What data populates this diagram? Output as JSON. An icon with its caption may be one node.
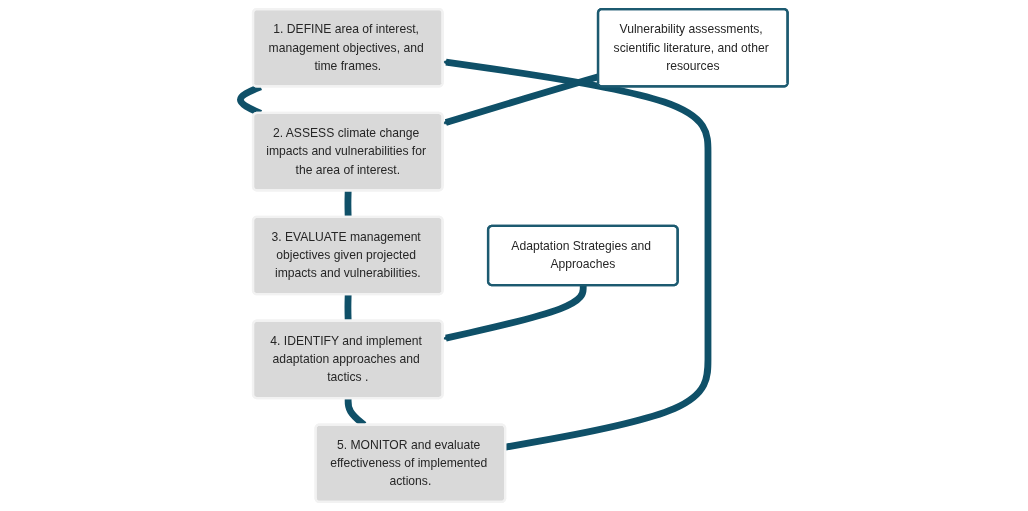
{
  "diagram": {
    "nodes": [
      {
        "text": [
          "1. DEFINE area of interest, management objectives, and time frames."
        ]
      },
      {
        "text": [
          "Vulnerability assessments, scientific literature, and other resources"
        ]
      },
      {
        "text": [
          "5. MONITOR and evaluate effectiveness of implemented actions."
        ]
      },
      {
        "text": [
          "2. ASSESS climate change impacts and vulnerabilities for the area of interest."
        ]
      },
      {
        "text": [
          "Adaptation Strategies and Approaches"
        ]
      },
      {
        "text": [
          "4. IDENTIFY and implement adaptation approaches and tactics ."
        ]
      },
      {
        "text": [
          "3. EVALUATE management objectives given projected impacts and vulnerabilities."
        ]
      }
    ],
    "edges": [
      {
        "from": 0,
        "to": 3,
        "arrow": "none"
      },
      {
        "from": 3,
        "to": 6,
        "arrow": "none"
      },
      {
        "from": 6,
        "to": 5,
        "arrow": "none"
      },
      {
        "from": 5,
        "to": 2,
        "arrow": "none"
      },
      {
        "from": 2,
        "to": 0,
        "arrow": "to"
      },
      {
        "from": 1,
        "to": 3,
        "arrow": "to"
      },
      {
        "from": 4,
        "to": 5,
        "arrow": "to"
      }
    ]
  }
}
